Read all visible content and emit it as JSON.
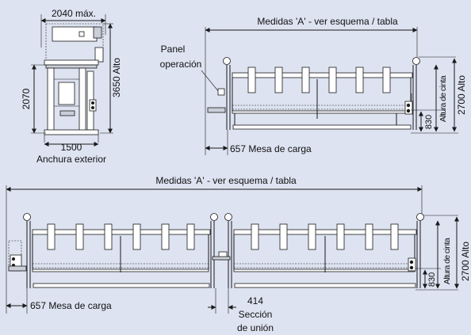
{
  "labels": {
    "top_width": "2040 máx.",
    "top_medidas": "Medidas 'A' - ver esquema / tabla",
    "panel_line1": "Panel",
    "panel_line2": "operación",
    "side_3650": "3650 Alto",
    "side_2070": "2070",
    "side_1500": "1500",
    "anchura": "Anchura exterior",
    "top_2700": "2700 Alto",
    "top_altura": "Altura de cinta",
    "top_830": "830",
    "top_mesa": "657 Mesa de carga",
    "bot_medidas": "Medidas 'A' - ver esquema / tabla",
    "bot_2700": "2700 Alto",
    "bot_altura": "Altura de cinta",
    "bot_830": "830",
    "bot_mesa": "657 Mesa de carga",
    "bot_414": "414",
    "bot_seccion": "Sección",
    "bot_union": "de unión"
  },
  "colors": {
    "background": "#dde3f1",
    "line": "#1a1a1a",
    "machine_fill": "#ffffff",
    "shade_fill": "#c9ced8"
  }
}
